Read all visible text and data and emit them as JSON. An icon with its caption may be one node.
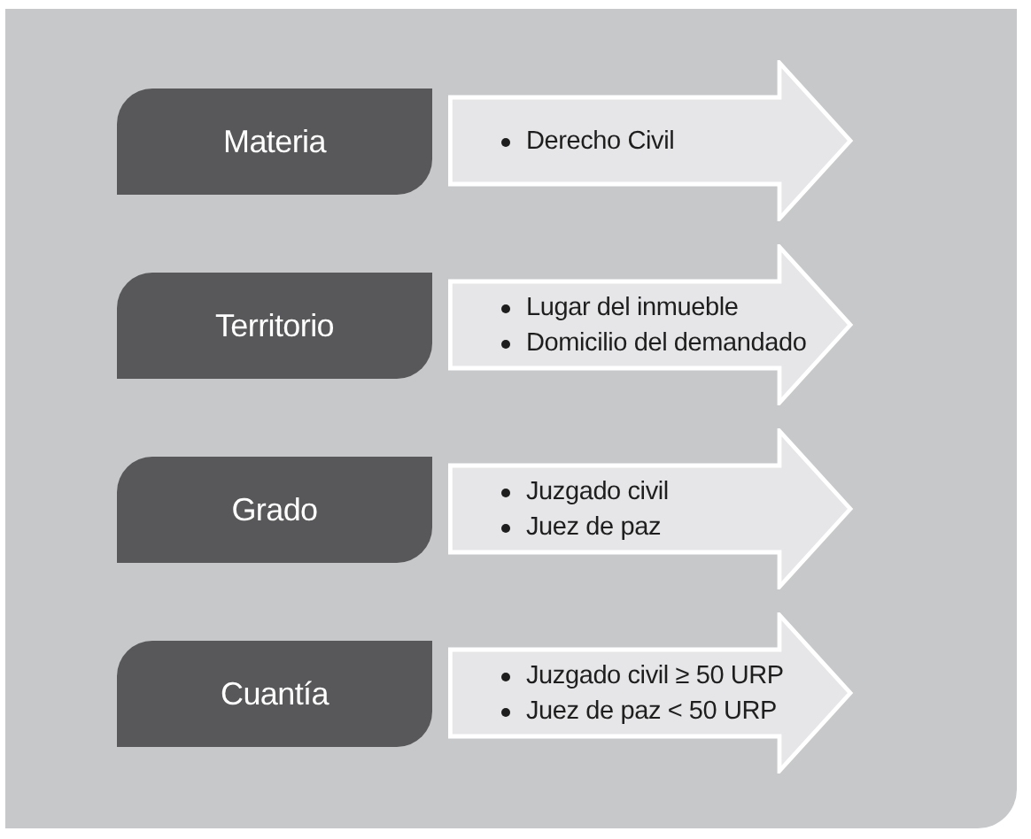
{
  "diagram": {
    "nodes": [
      {
        "text": [
          "Materia"
        ]
      },
      {
        "text": [
          "Derecho Civil"
        ]
      },
      {
        "text": [
          "Territorio"
        ]
      },
      {
        "text": [
          "Lugar del inmueble",
          "Domicilio del demandado"
        ]
      },
      {
        "text": [
          "Grado"
        ]
      },
      {
        "text": [
          "Juzgado civil",
          "Juez de paz"
        ]
      },
      {
        "text": [
          "Cuantía"
        ]
      },
      {
        "text": [
          "Juzgado civil ≥ 50 URP",
          "Juez de paz < 50 URP"
        ]
      }
    ]
  }
}
